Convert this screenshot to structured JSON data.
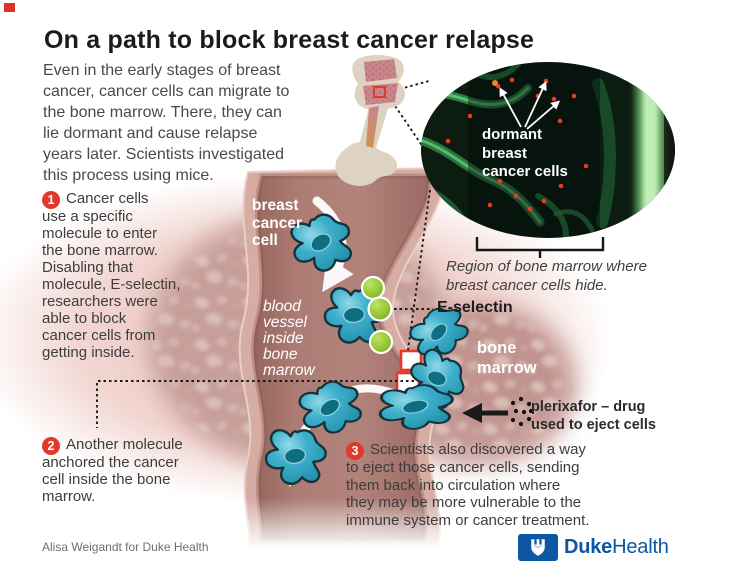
{
  "header": {
    "title": "On a path to block breast cancer relapse",
    "intro": "Even in the early stages of breast\ncancer, cancer cells can migrate to\nthe bone marrow. There, they can\nlie dormant and cause relapse\nyears later. Scientists investigated\nthis process using mice."
  },
  "microscopy": {
    "dormant_label": "dormant\nbreast\ncancer cells",
    "caption": "Region of bone marrow where\nbreast cancer cells hide."
  },
  "diagram": {
    "labels": {
      "breast_cancer_cell": "breast\ncancer\ncell",
      "blood_vessel": "blood\nvessel\ninside\nbone\nmarrow",
      "e_selectin": "E-selectin",
      "bone_marrow": "bone\nmarrow",
      "plerixafor": "plerixafor – drug\nused to eject cells"
    },
    "steps": [
      {
        "number": "1",
        "text": "Cancer cells\nuse a specific\nmolecule to enter\nthe bone marrow.\nDisabling that\nmolecule, E-selectin,\nresearchers were\nable to block\ncancer cells from\ngetting inside."
      },
      {
        "number": "2",
        "text": "Another molecule\nanchored the cancer\ncell inside the bone\nmarrow."
      },
      {
        "number": "3",
        "text": "Scientists also discovered a way\nto eject those cancer cells, sending\nthem back into circulation where\nthey may be more vulnerable to the\nimmune system or cancer treatment."
      }
    ]
  },
  "footer": {
    "credit": "Alisa Weigandt for Duke Health",
    "brand_bold": "Duke",
    "brand_regular": "Health"
  },
  "colors": {
    "accent_red": "#e3392d",
    "cell_teal": "#2fa7c4",
    "e_selectin_green": "#9ccb3b",
    "vessel_mauve": "#a9786f",
    "marrow_pink": "#c79e99",
    "duke_blue": "#0b57a4",
    "microscopy_green": "#3b9a55"
  }
}
